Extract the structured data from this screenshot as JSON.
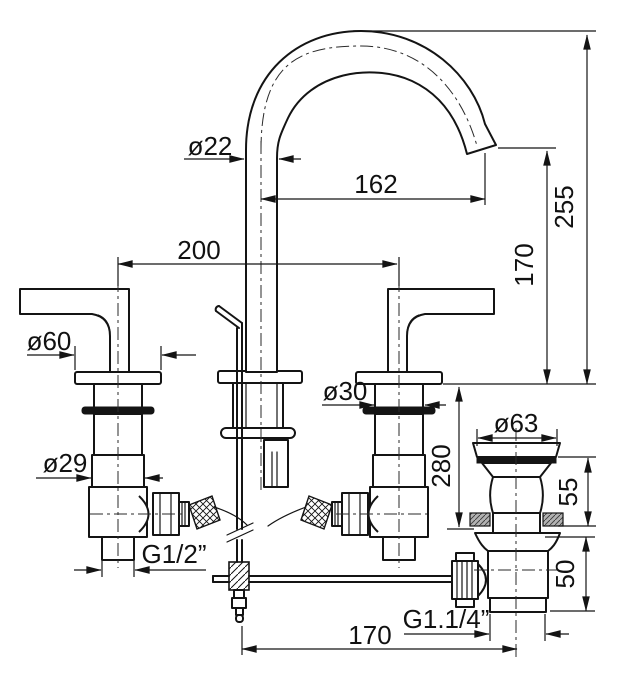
{
  "drawing": {
    "type": "technical-dimension-drawing",
    "subject": "3-hole basin mixer faucet with swan-neck spout and pop-up waste",
    "colors": {
      "line": "#141414",
      "background": "#ffffff"
    },
    "dims": {
      "spout_diameter": "ø22",
      "spout_reach": "162",
      "total_height": "255",
      "outlet_height": "170",
      "handle_spacing": "200",
      "handle_base_diameter": "ø60",
      "shank_diameter": "ø30",
      "valve_body_diameter": "ø29",
      "hose_drop": "280",
      "waste_flange_diameter": "ø63",
      "waste_upper_height": "55",
      "waste_lower_height": "50",
      "inlet_thread": "G1/2”",
      "waste_thread": "G1.1/4”",
      "waste_offset": "170"
    }
  }
}
